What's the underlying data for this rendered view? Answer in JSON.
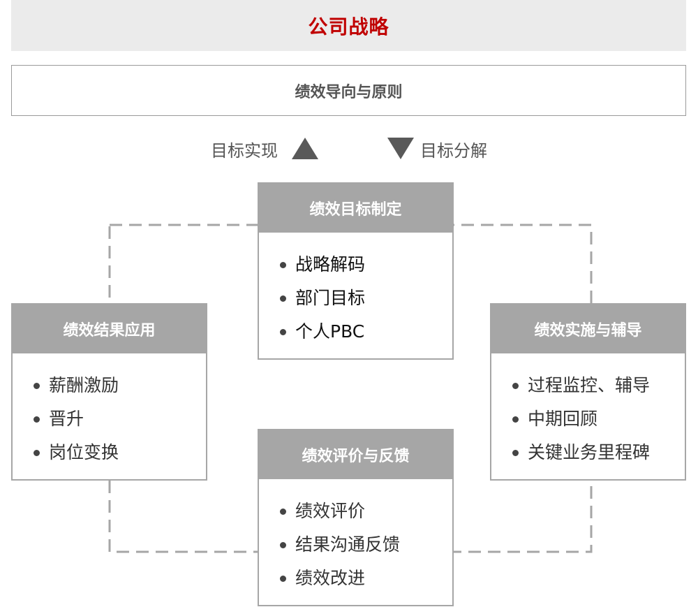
{
  "banner": {
    "title": "公司战略"
  },
  "principle": {
    "text": "绩效导向与原则"
  },
  "arrows": {
    "up_label": "目标实现",
    "down_label": "目标分解"
  },
  "cards": {
    "target": {
      "title": "绩效目标制定",
      "items": [
        "战略解码",
        "部门目标",
        "个人PBC"
      ]
    },
    "result": {
      "title": "绩效结果应用",
      "items": [
        "薪酬激励",
        "晋升",
        "岗位变换"
      ]
    },
    "implement": {
      "title": "绩效实施与辅导",
      "items": [
        "过程监控、辅导",
        "中期回顾",
        "关键业务里程碑"
      ]
    },
    "review": {
      "title": "绩效评价与反馈",
      "items": [
        "绩效评价",
        "结果沟通反馈",
        "绩效改进"
      ]
    }
  },
  "colors": {
    "banner_text": "#c00000",
    "card_header": "#a6a6a6",
    "dashed_line": "#a6a6a6"
  }
}
